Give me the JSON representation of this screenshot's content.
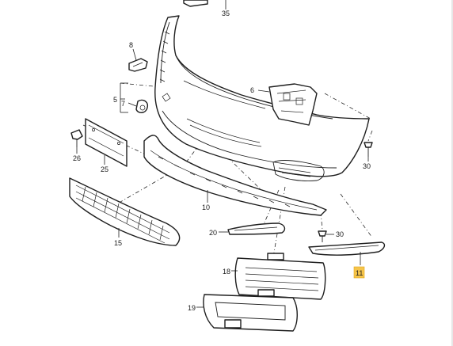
{
  "diagram": {
    "callouts": {
      "c35": "35",
      "c8": "8",
      "c6": "6",
      "c5": "5",
      "c7": "7",
      "c26": "26",
      "c25": "25",
      "c10": "10",
      "c30a": "30",
      "c30b": "30",
      "c20": "20",
      "c15": "15",
      "c18": "18",
      "c19": "19",
      "c11": "11"
    },
    "highlighted_part": "11",
    "highlight_color": "#f6c54b"
  }
}
